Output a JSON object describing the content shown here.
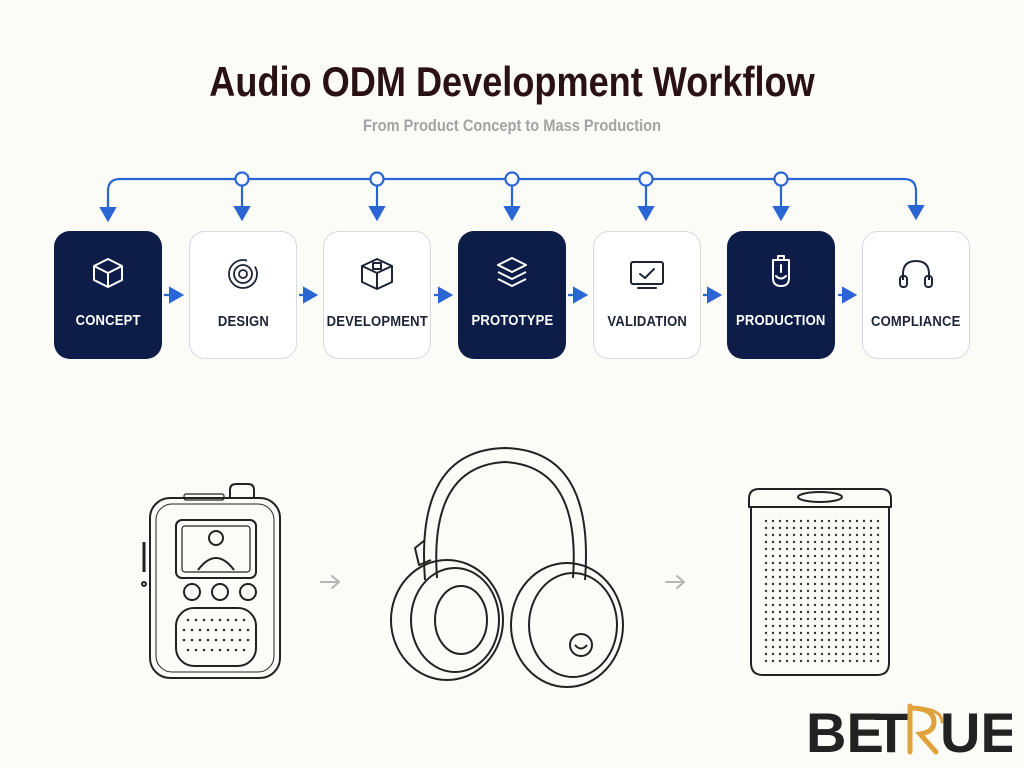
{
  "header": {
    "title": "Audio ODM Development Workflow",
    "subtitle": "From Product Concept to Mass Production"
  },
  "colors": {
    "dark_box": "#0e1c48",
    "accent_blue": "#2a66d3",
    "title_color": "#2a1214",
    "subtitle_color": "#a3a3a3"
  },
  "steps": [
    {
      "label": "CONCEPT",
      "style": "dark",
      "icon": "cube-icon"
    },
    {
      "label": "DESIGN",
      "style": "light",
      "icon": "concentric-circles-icon"
    },
    {
      "label": "DEVELOPMENT",
      "style": "light",
      "icon": "open-box-icon"
    },
    {
      "label": "PROTOTYPE",
      "style": "dark",
      "icon": "layers-icon"
    },
    {
      "label": "VALIDATION",
      "style": "light",
      "icon": "checkmark-screen-icon"
    },
    {
      "label": "PRODUCTION",
      "style": "dark",
      "icon": "device-tag-icon"
    },
    {
      "label": "COMPLIANCE",
      "style": "light",
      "icon": "headphones-icon"
    }
  ],
  "products": [
    {
      "icon": "portable-speaker-device-icon"
    },
    {
      "icon": "headphones-illustration-icon"
    },
    {
      "icon": "smart-speaker-icon"
    }
  ],
  "logo": {
    "text": "BETRUE"
  }
}
